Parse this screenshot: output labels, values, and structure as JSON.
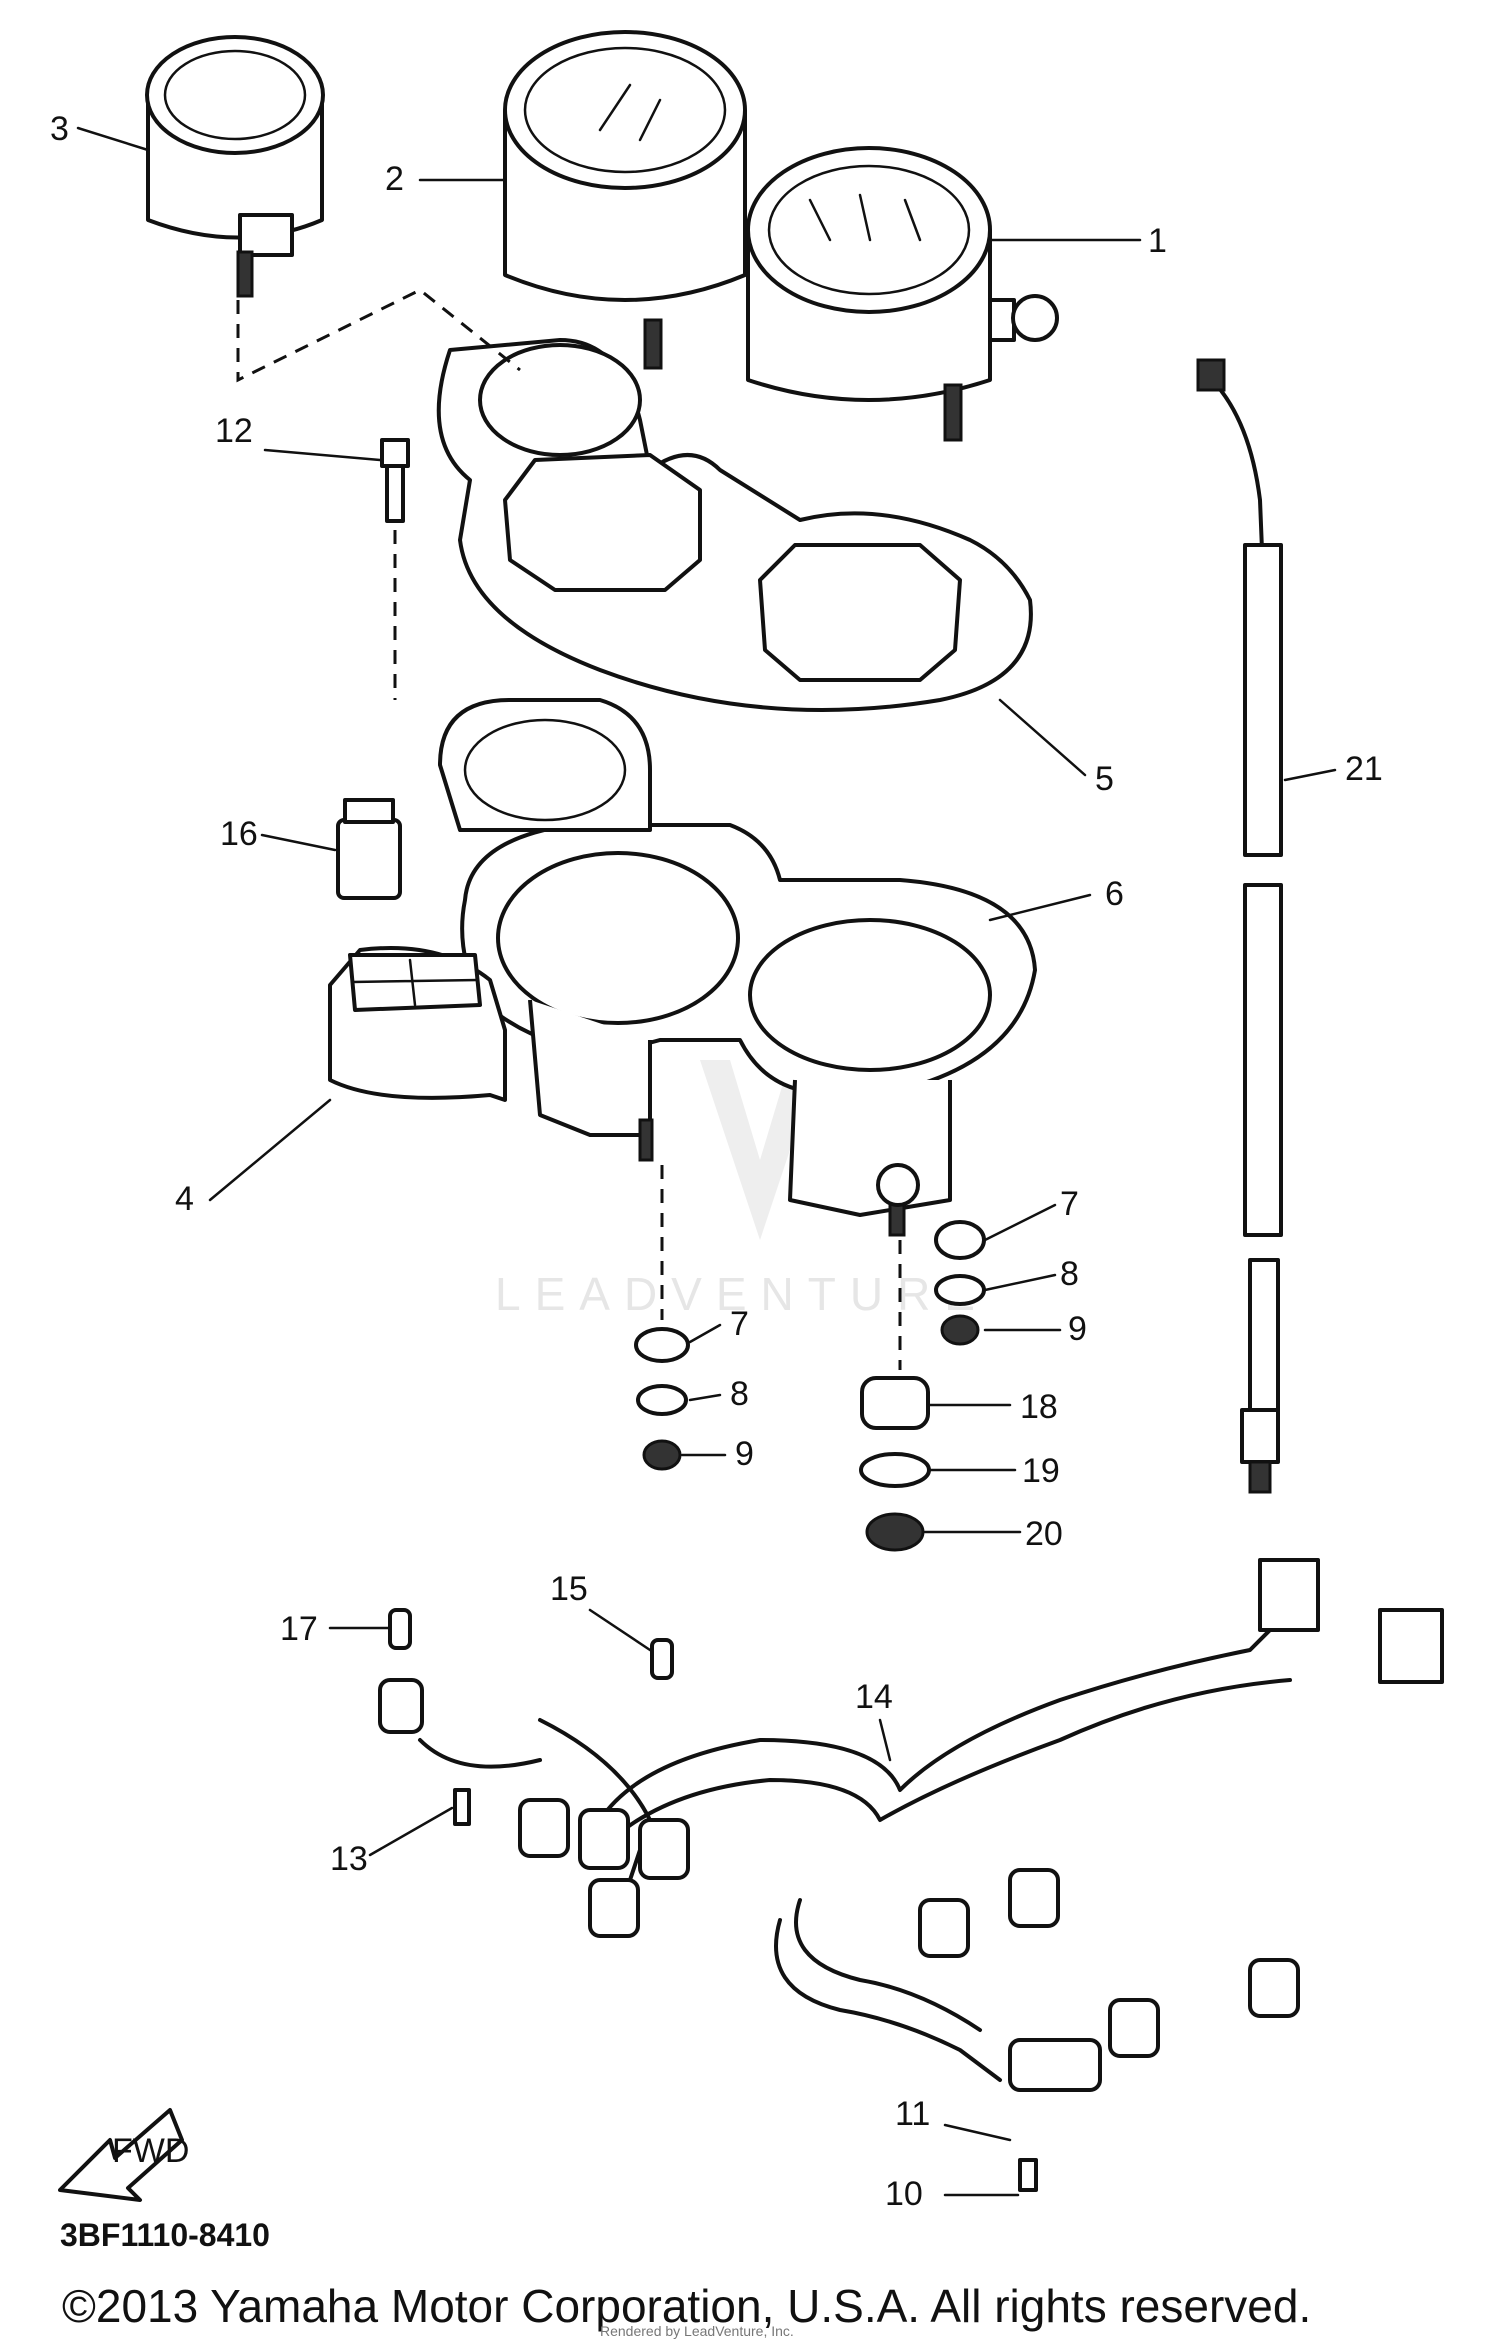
{
  "drawing_number": "3BF1110-8410",
  "copyright": "©2013 Yamaha Motor Corporation, U.S.A. All rights reserved.",
  "watermark": "LEADVENTURE",
  "fine_print": "Rendered by LeadVenture, Inc.",
  "direction_arrow": "FWD",
  "labels": {
    "p1": "1",
    "p2": "2",
    "p3": "3",
    "p4": "4",
    "p5": "5",
    "p6": "6",
    "p7a": "7",
    "p7b": "7",
    "p8a": "8",
    "p8b": "8",
    "p9a": "9",
    "p9b": "9",
    "p10": "10",
    "p11": "11",
    "p12": "12",
    "p13": "13",
    "p14": "14",
    "p15": "15",
    "p16": "16",
    "p17": "17",
    "p18": "18",
    "p19": "19",
    "p20": "20",
    "p21": "21"
  }
}
